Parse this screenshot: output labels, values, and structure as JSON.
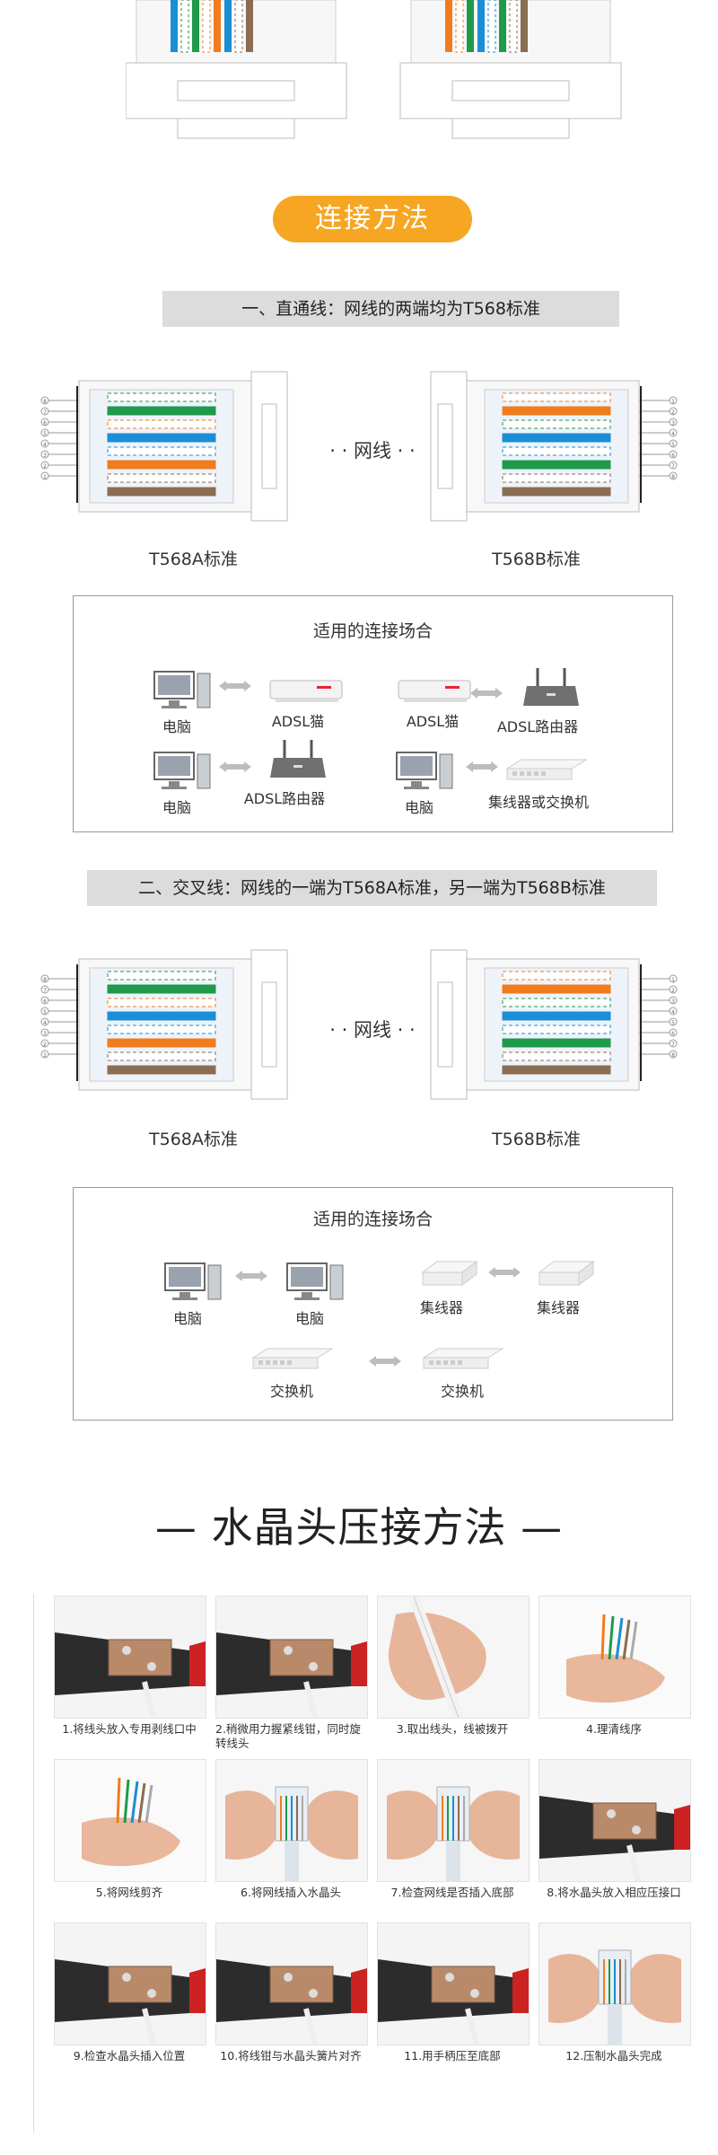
{
  "header_button": "连接方法",
  "section1": {
    "bar": "一、直通线：网线的两端均为T568标准",
    "cable_label": "· · 网线 · ·",
    "left_label": "T568A标准",
    "right_label": "T568B标准",
    "box_title": "适用的连接场合",
    "pairs": [
      {
        "a": "电脑",
        "b": "ADSL猫"
      },
      {
        "a": "ADSL猫",
        "b": "ADSL路由器"
      },
      {
        "a": "电脑",
        "b": "ADSL路由器"
      },
      {
        "a": "电脑",
        "b": "集线器或交换机"
      }
    ]
  },
  "section2": {
    "bar": "二、交叉线：网线的一端为T568A标准，另一端为T568B标准",
    "cable_label": "· · 网线 · ·",
    "left_label": "T568A标准",
    "right_label": "T568B标准",
    "box_title": "适用的连接场合",
    "pairs": [
      {
        "a": "电脑",
        "b": "电脑"
      },
      {
        "a": "集线器",
        "b": "集线器"
      },
      {
        "a": "交换机",
        "b": "交换机"
      }
    ]
  },
  "crimp_title": "— 水晶头压接方法 —",
  "steps": [
    "1.将线头放入专用剥线口中",
    "2.稍微用力握紧线钳，同时旋转线头",
    "3.取出线头，线被拨开",
    "4.理清线序",
    "5.将网线剪齐",
    "6.将网线插入水晶头",
    "7.检查网线是否插入底部",
    "8.将水晶头放入相应压接口",
    "9.检查水晶头插入位置",
    "10.将线钳与水晶头簧片对齐",
    "11.用手柄压至底部",
    "12.压制水晶头完成"
  ],
  "pin_numbers": [
    "1",
    "2",
    "3",
    "4",
    "5",
    "6",
    "7",
    "8"
  ],
  "colors": {
    "accent": "#f6a623",
    "orange": "#f07c1e",
    "green": "#1f9a4a",
    "blue": "#1b8ed6",
    "brown": "#8a6d52"
  }
}
